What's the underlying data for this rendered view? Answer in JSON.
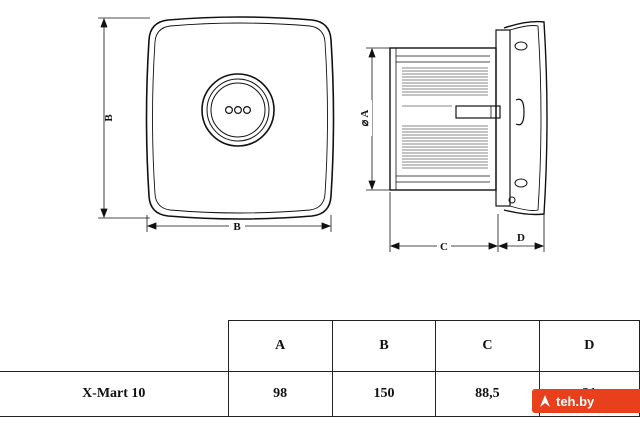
{
  "drawing": {
    "front_height_label": "B",
    "front_width_label": "B",
    "diameter_label": "⌀ A",
    "depth_label": "C",
    "flange_label": "D",
    "button_icon": "three-dots-icon"
  },
  "table": {
    "headers": [
      "A",
      "B",
      "C",
      "D"
    ],
    "rows": [
      {
        "model": "X-Mart 10",
        "values": [
          "98",
          "150",
          "88,5",
          "31"
        ]
      }
    ]
  },
  "watermark": {
    "text": "teh.by",
    "color": "#e8401c"
  }
}
